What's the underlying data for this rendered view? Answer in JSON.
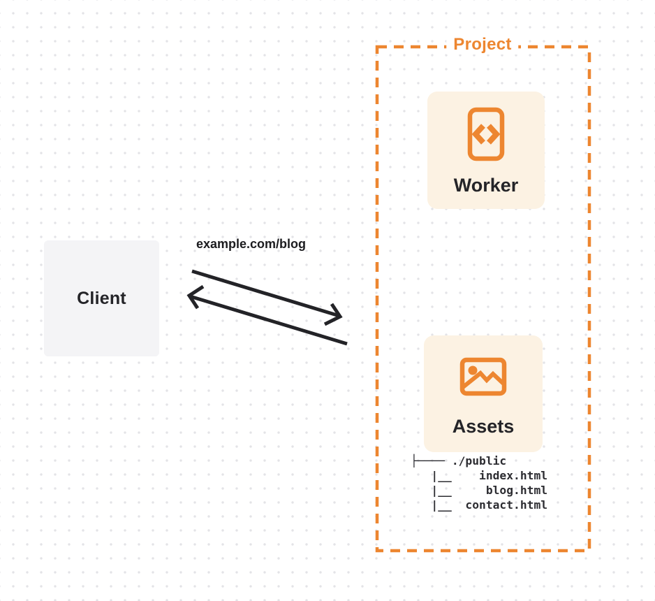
{
  "client": {
    "label": "Client"
  },
  "request": {
    "label": "example.com/blog"
  },
  "project": {
    "label": "Project",
    "cards": [
      {
        "label": "Worker",
        "icon": "code-document-icon"
      },
      {
        "label": "Assets",
        "icon": "image-icon"
      }
    ],
    "file_tree": {
      "root": "./public",
      "files": [
        "index.html",
        "blog.html",
        "contact.html"
      ],
      "ascii": "├──── ./public\n   |__    index.html\n   |__     blog.html\n   |__  contact.html"
    }
  },
  "colors": {
    "accent_orange": "#ed8630",
    "card_background": "#fcf2e3",
    "client_background": "#f4f4f6",
    "ink": "#242428",
    "arrow": "#232327",
    "dot_grid": "#e3e3e7"
  }
}
